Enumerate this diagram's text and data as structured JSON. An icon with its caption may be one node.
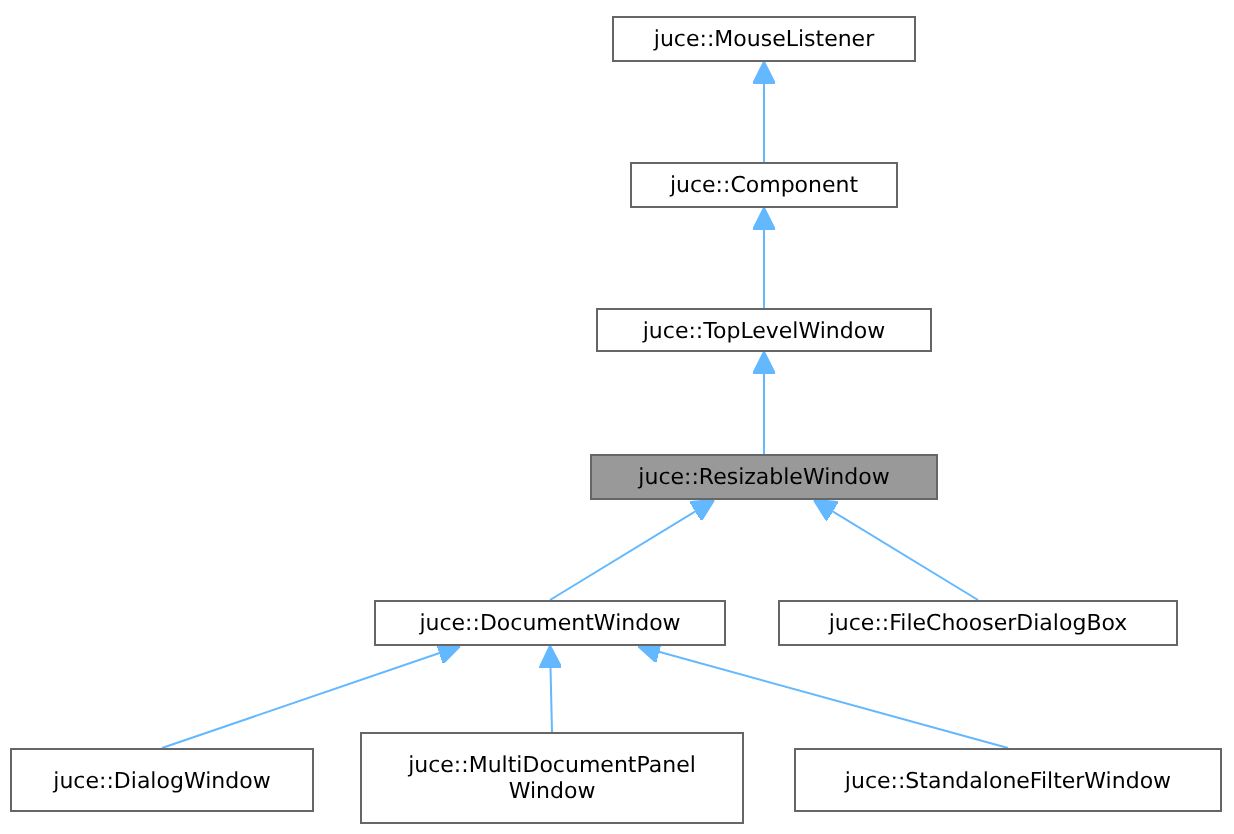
{
  "diagram": {
    "nodes": [
      {
        "text": [
          "juce::MouseListener"
        ]
      },
      {
        "text": [
          "juce::Component"
        ]
      },
      {
        "text": [
          "juce::TopLevelWindow"
        ]
      },
      {
        "text": [
          "juce::ResizableWindow"
        ]
      },
      {
        "text": [
          "juce::DocumentWindow"
        ]
      },
      {
        "text": [
          "juce::FileChooserDialogBox"
        ]
      },
      {
        "text": [
          "juce::DialogWindow"
        ]
      },
      {
        "text": [
          "juce::MultiDocumentPanel Window"
        ]
      },
      {
        "text": [
          "juce::StandaloneFilterWindow"
        ]
      }
    ],
    "edges": [
      {
        "from": 1,
        "to": 0,
        "arrow": "to"
      },
      {
        "from": 2,
        "to": 1,
        "arrow": "to"
      },
      {
        "from": 3,
        "to": 2,
        "arrow": "to"
      },
      {
        "from": 4,
        "to": 3,
        "arrow": "to"
      },
      {
        "from": 5,
        "to": 3,
        "arrow": "to"
      },
      {
        "from": 6,
        "to": 4,
        "arrow": "to"
      },
      {
        "from": 7,
        "to": 4,
        "arrow": "to"
      },
      {
        "from": 8,
        "to": 4,
        "arrow": "to"
      }
    ]
  }
}
